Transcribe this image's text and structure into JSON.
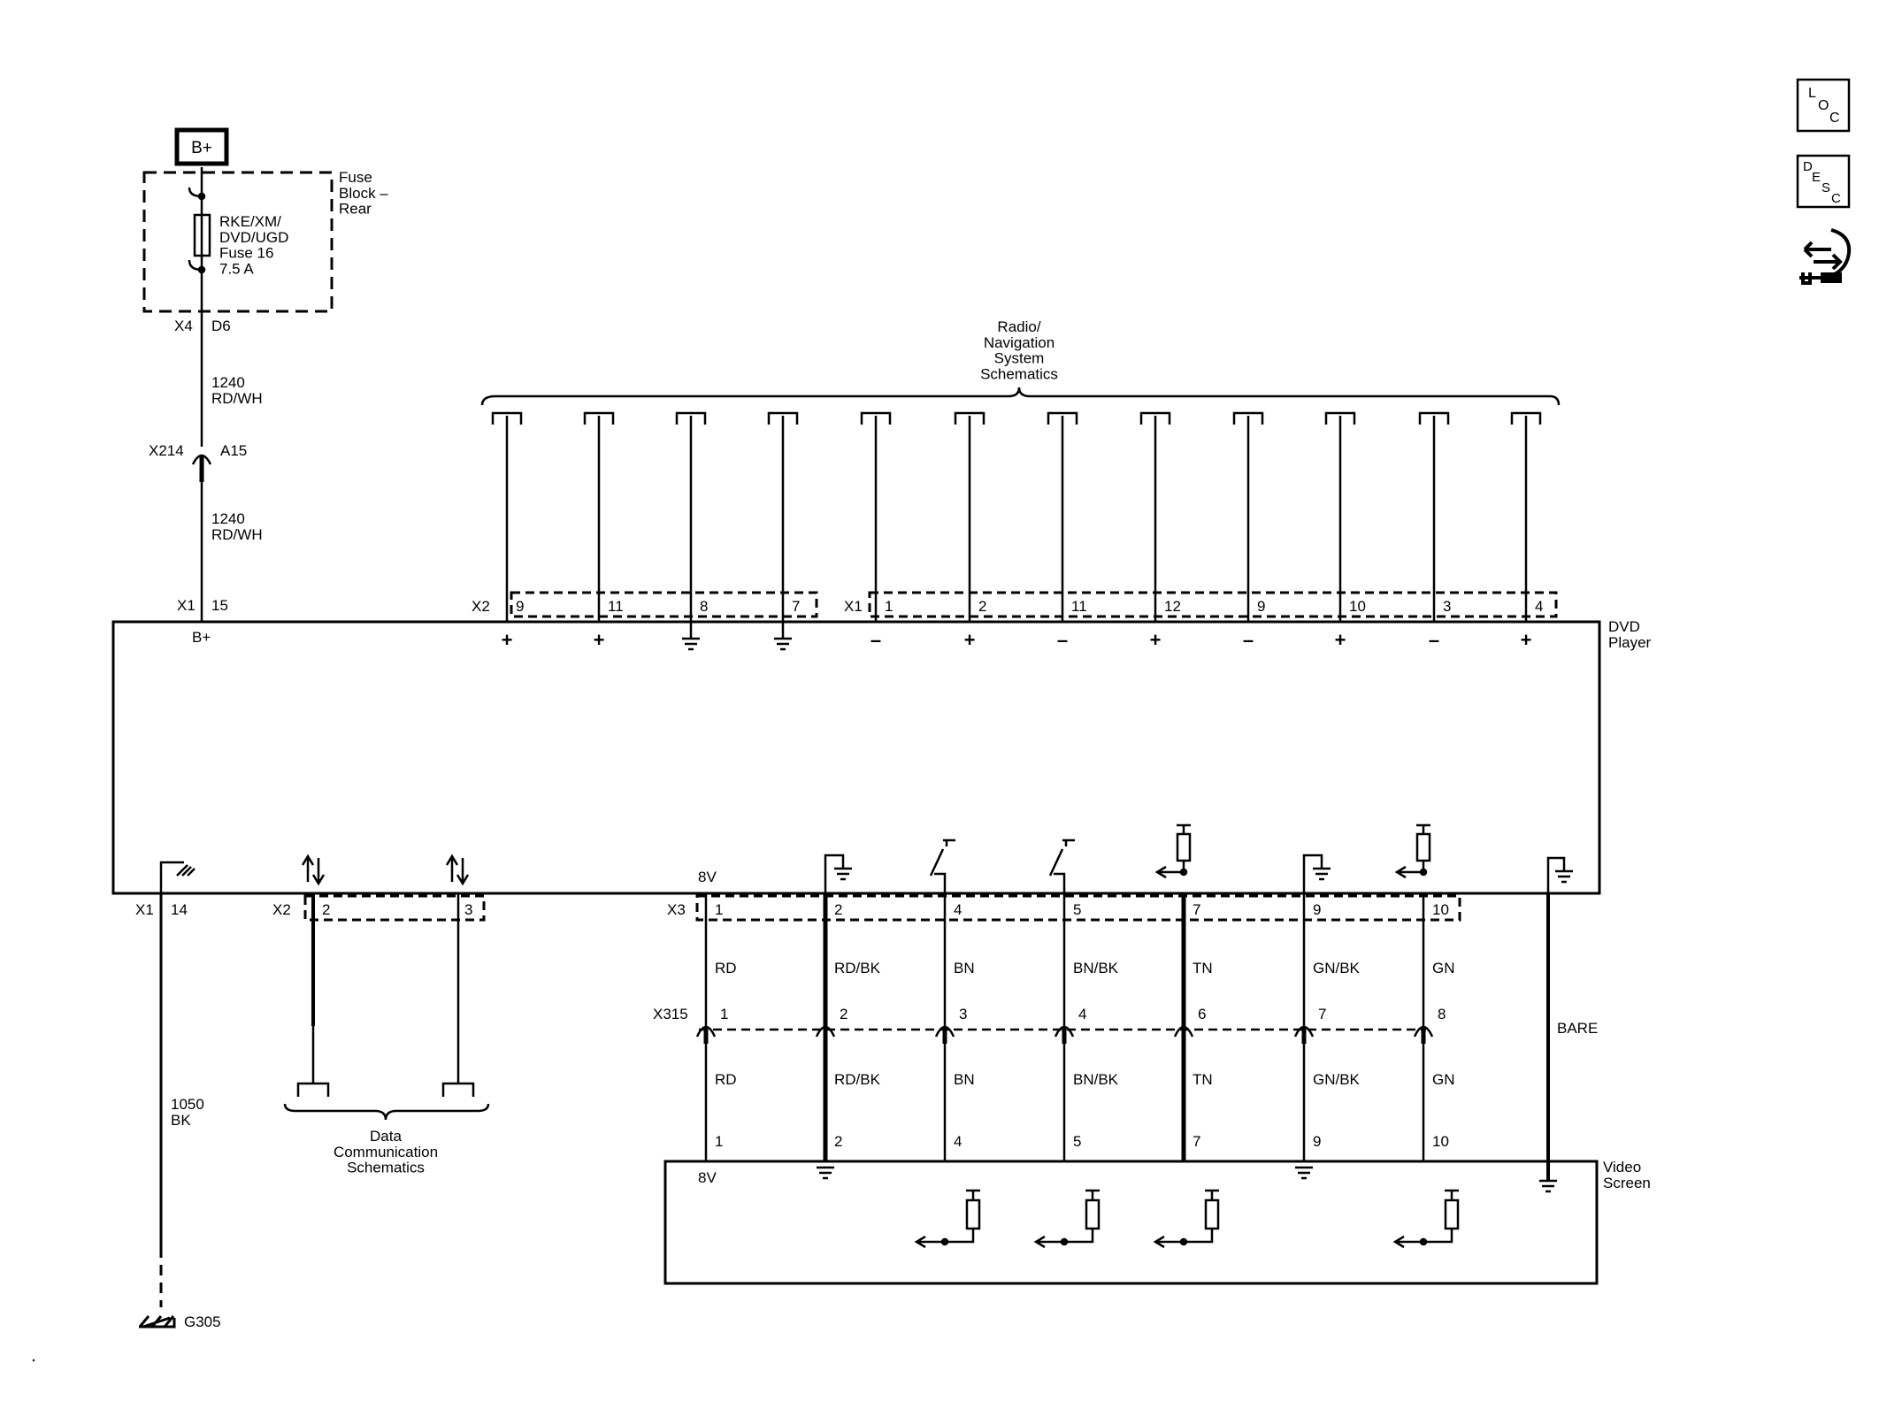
{
  "source": {
    "label": "B+",
    "fuse_block": "Fuse\nBlock –\nRear",
    "fuse_name": "RKE/XM/\nDVD/UGD\nFuse 16\n7.5 A"
  },
  "feed": {
    "x4": "X4",
    "d6": "D6",
    "wire1": "1240\nRD/WH",
    "x214": "X214",
    "a15": "A15",
    "wire2": "1240\nRD/WH",
    "x1": "X1",
    "pin15": "15",
    "bplus": "B+"
  },
  "radio_nav": {
    "title": "Radio/\nNavigation\nSystem\nSchematics",
    "x2": "X2",
    "x1": "X1",
    "pins": [
      {
        "pin": "9",
        "sym": "+"
      },
      {
        "pin": "11",
        "sym": "+"
      },
      {
        "pin": "8",
        "sym": "ground"
      },
      {
        "pin": "7",
        "sym": "ground"
      },
      {
        "pin": "1",
        "sym": "–"
      },
      {
        "pin": "2",
        "sym": "+"
      },
      {
        "pin": "11",
        "sym": "–"
      },
      {
        "pin": "12",
        "sym": "+"
      },
      {
        "pin": "9",
        "sym": "–"
      },
      {
        "pin": "10",
        "sym": "+"
      },
      {
        "pin": "3",
        "sym": "–"
      },
      {
        "pin": "4",
        "sym": "+"
      }
    ]
  },
  "dvd_player": {
    "label": "DVD\nPlayer"
  },
  "ground_path": {
    "x1": "X1",
    "pin14": "14",
    "wire": "1050\nBK",
    "ground": "G305"
  },
  "data_comm": {
    "x2": "X2",
    "pin2": "2",
    "pin3": "3",
    "title": "Data\nCommunication\nSchematics"
  },
  "video_harness": {
    "x3": "X3",
    "x315": "X315",
    "v8": "8V",
    "bare": "BARE",
    "circuits": [
      {
        "x3_pin": "1",
        "color": "RD",
        "x315_pin": "1",
        "screen_pin": "1"
      },
      {
        "x3_pin": "2",
        "color": "RD/BK",
        "x315_pin": "2",
        "screen_pin": "2"
      },
      {
        "x3_pin": "4",
        "color": "BN",
        "x315_pin": "3",
        "screen_pin": "4"
      },
      {
        "x3_pin": "5",
        "color": "BN/BK",
        "x315_pin": "4",
        "screen_pin": "5"
      },
      {
        "x3_pin": "7",
        "color": "TN",
        "x315_pin": "6",
        "screen_pin": "7"
      },
      {
        "x3_pin": "9",
        "color": "GN/BK",
        "x315_pin": "7",
        "screen_pin": "9"
      },
      {
        "x3_pin": "10",
        "color": "GN",
        "x315_pin": "8",
        "screen_pin": "10"
      }
    ]
  },
  "video_screen": {
    "label": "Video\nScreen",
    "v8": "8V"
  },
  "icons": {
    "loc": [
      "L",
      "O",
      "C"
    ],
    "desc": [
      "D",
      "E",
      "S",
      "C"
    ],
    "connector_icon": "connector-wrench-icon"
  }
}
